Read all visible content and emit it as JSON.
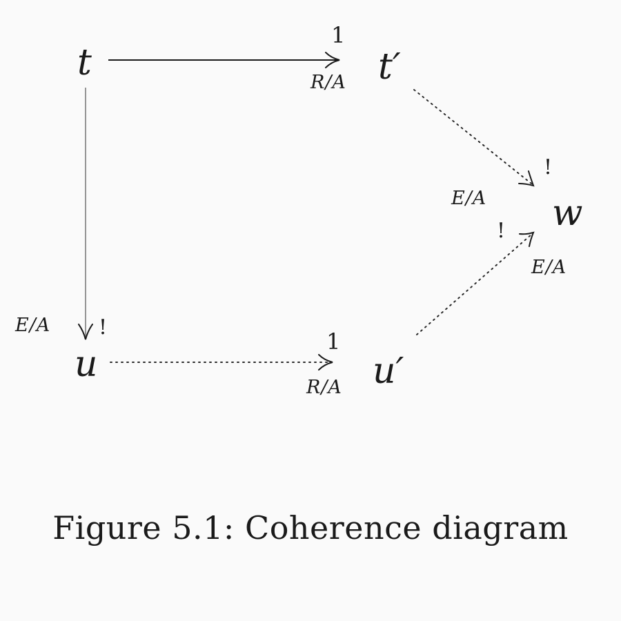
{
  "nodes": {
    "t": "t",
    "t_prime": "t′",
    "u": "u",
    "u_prime": "u′",
    "w": "w"
  },
  "edges": {
    "t_to_t_prime": {
      "top": "1",
      "bottom": "R/A"
    },
    "t_to_u": {
      "left": "E/A",
      "right": "!"
    },
    "u_to_u_prime": {
      "top": "1",
      "bottom": "R/A"
    },
    "t_prime_to_w": {
      "left": "E/A",
      "top": "!"
    },
    "u_prime_to_w": {
      "top": "!",
      "bottom": "E/A"
    }
  },
  "caption": "Figure 5.1: Coherence diagram"
}
